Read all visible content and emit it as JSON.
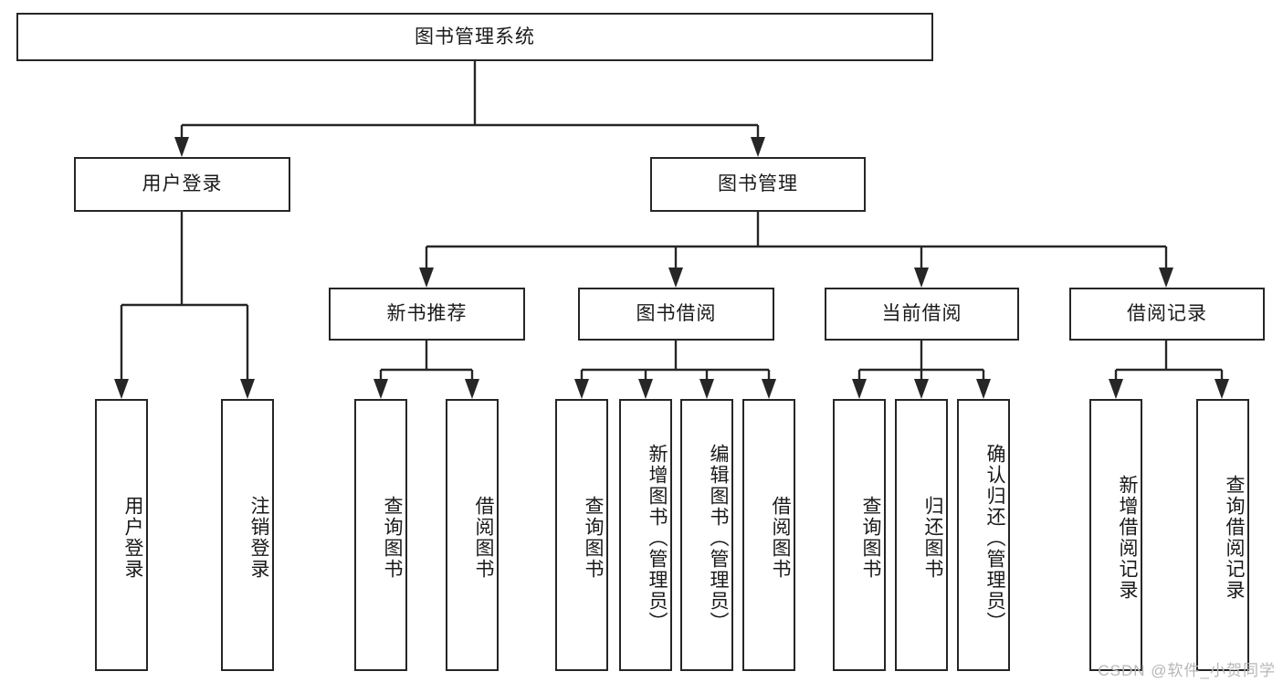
{
  "diagram": {
    "type": "tree-hierarchy-chart",
    "title": "图书管理系统",
    "orientation": "top-down",
    "line_color": "#262626",
    "box_fill": "#ffffff",
    "text_color": "#1a1a1a"
  },
  "root": {
    "label": "图书管理系统"
  },
  "level2": [
    {
      "label": "用户登录"
    },
    {
      "label": "图书管理"
    }
  ],
  "level3": [
    {
      "label": "新书推荐"
    },
    {
      "label": "图书借阅"
    },
    {
      "label": "当前借阅"
    },
    {
      "label": "借阅记录"
    }
  ],
  "leaves": {
    "user_login": [
      {
        "label": "用户登录"
      },
      {
        "label": "注销登录"
      }
    ],
    "new_book_recommend": [
      {
        "label": "查询图书"
      },
      {
        "label": "借阅图书"
      }
    ],
    "book_borrow": [
      {
        "label": "查询图书"
      },
      {
        "label": "新增图书（管理员）"
      },
      {
        "label": "编辑图书（管理员）"
      },
      {
        "label": "借阅图书"
      }
    ],
    "current_borrow": [
      {
        "label": "查询图书"
      },
      {
        "label": "归还图书"
      },
      {
        "label": "确认归还（管理员）"
      }
    ],
    "borrow_record": [
      {
        "label": "新增借阅记录"
      },
      {
        "label": "查询借阅记录"
      }
    ]
  },
  "watermark": {
    "text": "CSDN @软件_小贺同学"
  }
}
